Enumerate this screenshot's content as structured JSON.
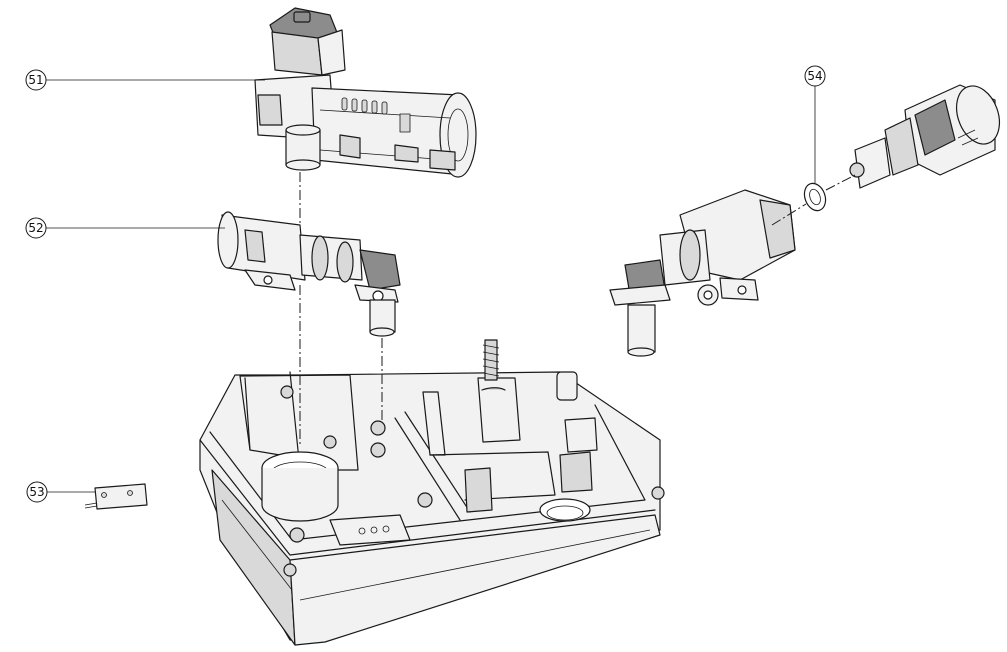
{
  "callouts": [
    {
      "id": "51",
      "label": "51"
    },
    {
      "id": "52",
      "label": "52"
    },
    {
      "id": "53",
      "label": "53"
    },
    {
      "id": "54",
      "label": "54"
    }
  ],
  "parts": [
    {
      "callout": "51",
      "icon": "actuator-motor-icon"
    },
    {
      "callout": "52",
      "icon": "valve-body-icon"
    },
    {
      "callout": "53",
      "icon": "circuit-board-icon"
    },
    {
      "callout": "54",
      "icon": "o-ring-icon"
    },
    {
      "callout": "",
      "icon": "housing-base-icon"
    }
  ]
}
